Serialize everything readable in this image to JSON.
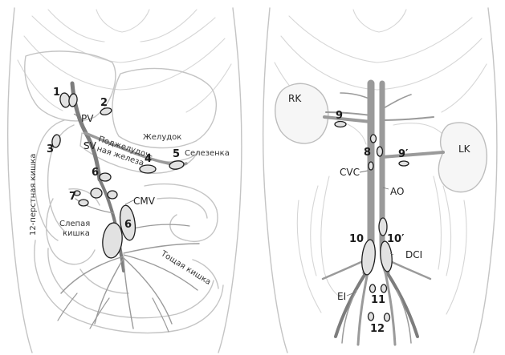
{
  "left_panel": {
    "labels": {
      "pv": "PV",
      "sv": "SV",
      "cmv": "CMV",
      "stomach": "Желудок",
      "pancreas_line1": "Поджелудоч-",
      "pancreas_line2": "ная железа",
      "spleen": "Селезенка",
      "duodenum": "12-перстная кишка",
      "cecum_line1": "Слепая",
      "cecum_line2": "кишка",
      "jejunum": "Тощая кишка"
    },
    "nodes": {
      "n1": "1",
      "n2": "2",
      "n3": "3",
      "n4": "4",
      "n5": "5",
      "n6a": "6",
      "n6b": "6",
      "n7": "7"
    }
  },
  "right_panel": {
    "labels": {
      "rk": "RK",
      "lk": "LK",
      "cvc": "CVC",
      "ao": "AO",
      "dci": "DCI",
      "ei": "EI"
    },
    "nodes": {
      "n9": "9",
      "n9p": "9′",
      "n8": "8",
      "n10": "10",
      "n10p": "10′",
      "n11": "11",
      "n12": "12"
    }
  }
}
